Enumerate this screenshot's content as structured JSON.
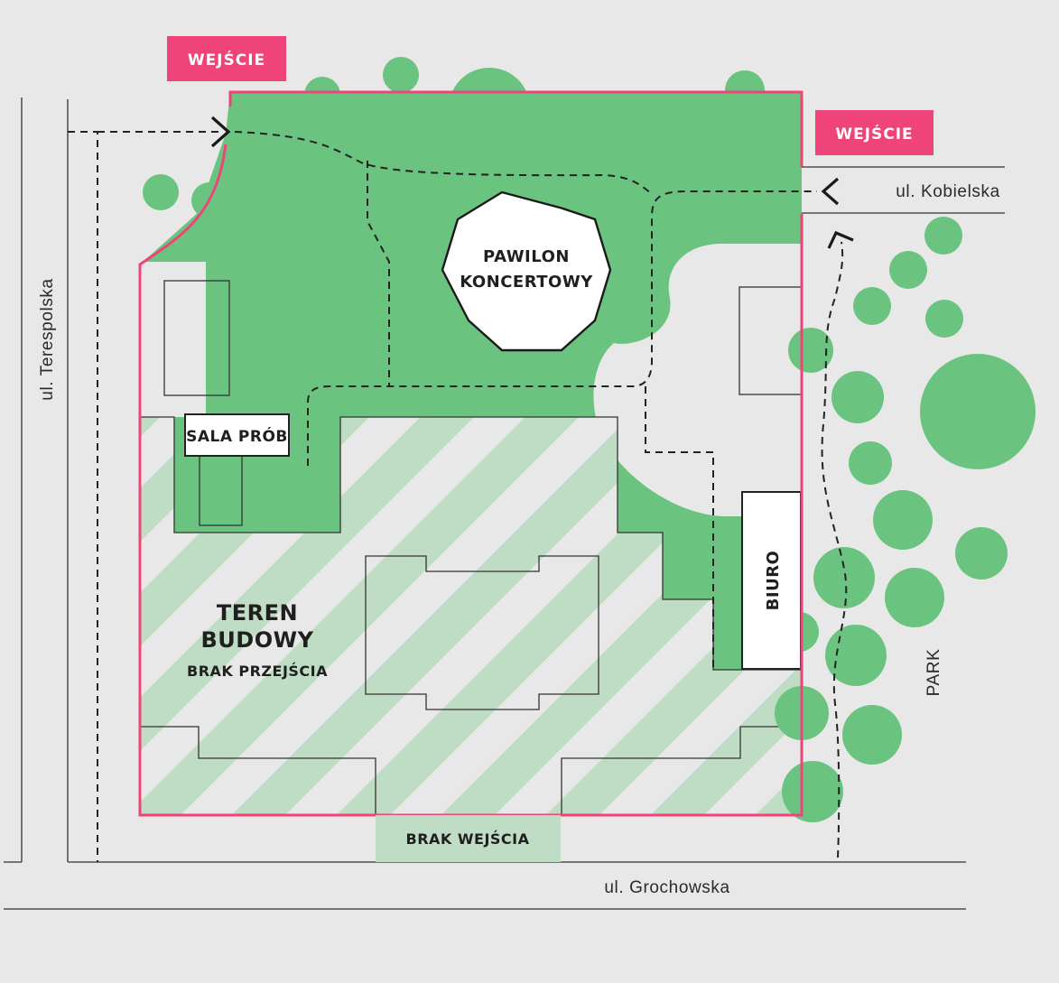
{
  "colors": {
    "background": "#e9e8e8",
    "green": "#6ac47f",
    "light_green": "#bfdcc4",
    "entrance": "#ef4479",
    "boundary": "#ef4479"
  },
  "entrances": {
    "north": "WEJŚCIE",
    "east": "WEJŚCIE"
  },
  "buildings": {
    "pavilion_line1": "PAWILON",
    "pavilion_line2": "KONCERTOWY",
    "rehearsal_hall": "SALA PRÓB",
    "office": "BIURO"
  },
  "construction": {
    "line1": "TEREN",
    "line2": "BUDOWY",
    "line3": "BRAK  PRZEJŚCIA"
  },
  "no_entry": "BRAK WEJŚCIA",
  "streets": {
    "west": "ul. Terespolska",
    "east": "ul. Kobielska",
    "south": "ul. Grochowska",
    "park": "PARK"
  }
}
